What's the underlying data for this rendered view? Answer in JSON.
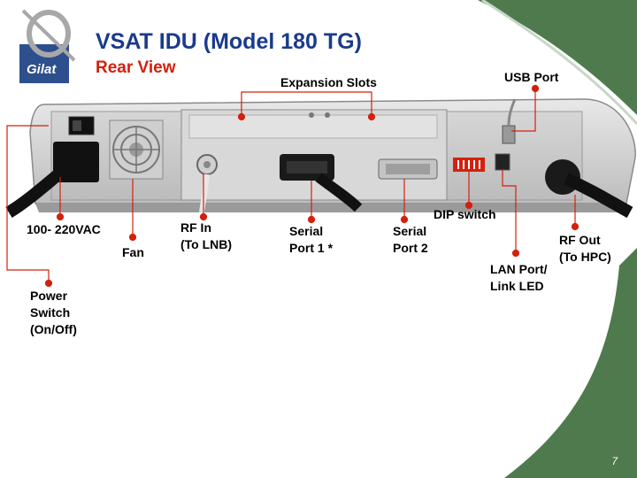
{
  "slide": {
    "title": "VSAT IDU (Model 180 TG)",
    "subtitle": "Rear View",
    "page_number": "7",
    "logo_text": "Gilat"
  },
  "colors": {
    "title": "#1a3a8c",
    "subtitle": "#d4200c",
    "leader_line": "#d4200c",
    "accent_green": "#4e7a4e",
    "logo_blue": "#2d4f8e"
  },
  "callouts": {
    "expansion_slots": "Expansion Slots",
    "usb_port": "USB Port",
    "ac_power": "100- 220VAC",
    "fan": "Fan",
    "rf_in": "RF In\n(To LNB)",
    "serial_port_1": "Serial\nPort 1 *",
    "serial_port_2": "Serial\nPort 2",
    "dip_switch": "DIP switch",
    "rf_out": "RF Out\n(To HPC)",
    "lan_port": "LAN Port/\nLink LED",
    "power_switch": "Power\nSwitch\n(On/Off)"
  }
}
